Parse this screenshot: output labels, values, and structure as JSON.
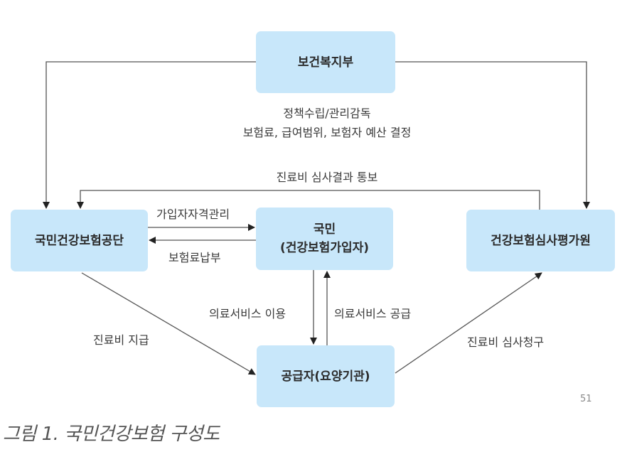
{
  "nodes": {
    "ministry": "보건복지부",
    "nhis": "국민건강보험공단",
    "citizen_line1": "국민",
    "citizen_line2": "(건강보험가입자)",
    "hira": "건강보험심사평가원",
    "provider": "공급자(요양기관)"
  },
  "edge_labels": {
    "policy_line1": "정책수립/관리감독",
    "policy_line2": "보험료, 급여범위, 보험자 예산 결정",
    "review_result": "진료비 심사결과 통보",
    "qualification": "가입자자격관리",
    "premium": "보험료납부",
    "service_use": "의료서비스 이용",
    "service_supply": "의료서비스 공급",
    "payment": "진료비 지급",
    "claim": "진료비 심사청구"
  },
  "page_number": "51",
  "caption": "그림 1. 국민건강보험 구성도",
  "colors": {
    "box_fill": "#c8e7fa",
    "line": "#555555"
  }
}
